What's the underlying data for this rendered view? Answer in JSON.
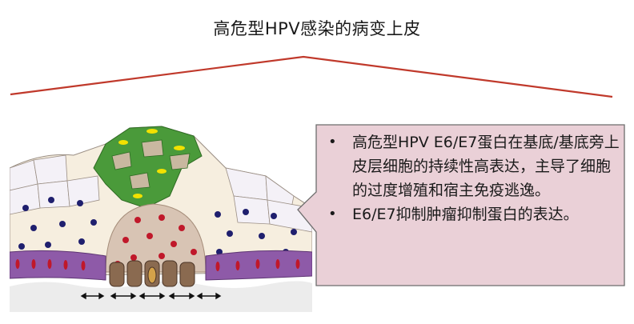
{
  "title": "高危型HPV感染的病变上皮",
  "bullets": [
    "高危型HPV E6/E7蛋白在基底/基底旁上皮层细胞的持续性高表达，主导了细胞的过度增殖和宿主免疫逃逸。",
    "E6/E7抑制肿瘤抑制蛋白的表达。"
  ],
  "colors": {
    "tent_line": "#c0392b",
    "callout_fill": "#ead0d7",
    "callout_border": "#6d6d6d",
    "nucleus_blue": "#1f1f6e",
    "nucleus_red": "#c0182a",
    "infected_green": "#4a9a3a",
    "basal_purple": "#8e5aa8",
    "yellow_cell": "#f2e100"
  }
}
